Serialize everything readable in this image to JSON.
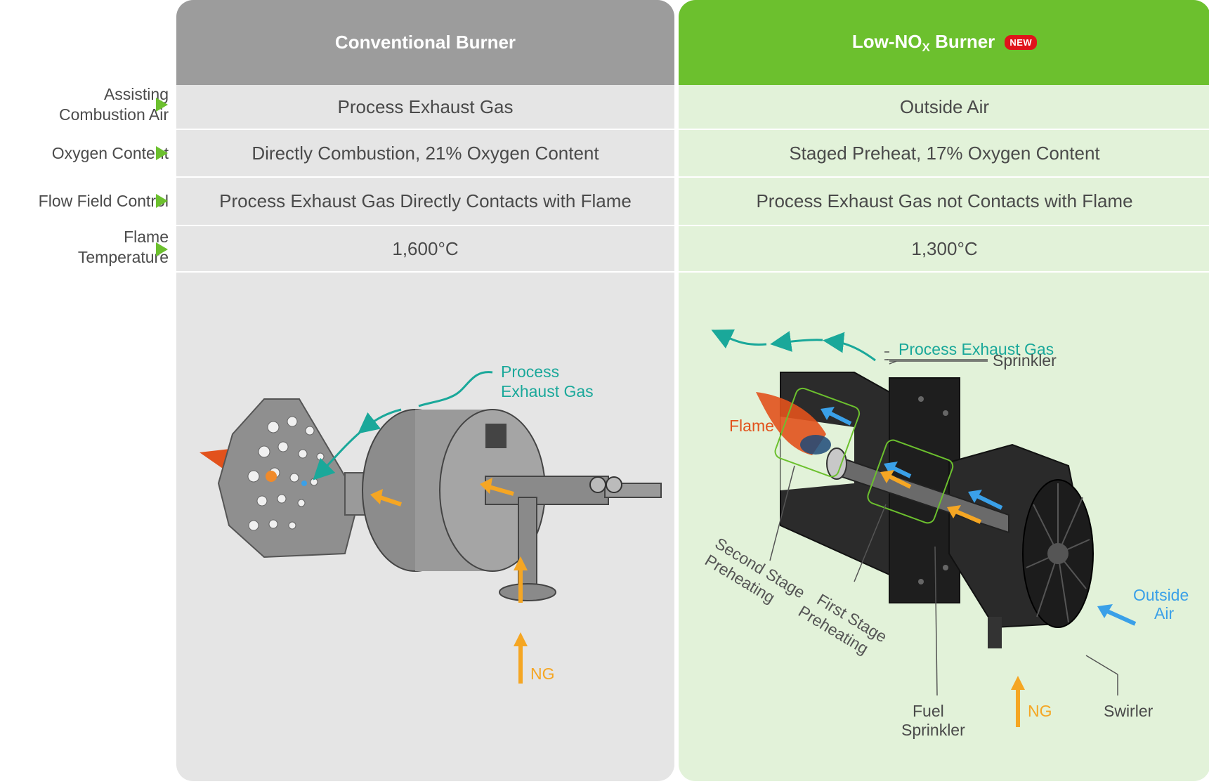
{
  "row_labels": [
    {
      "line1": "Assisting",
      "line2": "Combustion Air"
    },
    {
      "line1": "Oxygen Content",
      "line2": ""
    },
    {
      "line1": "Flow Field Control",
      "line2": ""
    },
    {
      "line1": "Flame",
      "line2": "Temperature"
    }
  ],
  "conventional": {
    "title": "Conventional Burner",
    "rows": [
      "Process Exhaust Gas",
      "Directly Combustion, 21% Oxygen Content",
      "Process Exhaust Gas Directly Contacts with Flame",
      "1,600°C"
    ],
    "diagram": {
      "exhaust_line1": "Process",
      "exhaust_line2": "Exhaust Gas",
      "ng": "NG"
    }
  },
  "low_nox": {
    "title_pre": "Low-NO",
    "title_sub": "X",
    "title_post": " Burner",
    "badge": "NEW",
    "rows": [
      "Outside Air",
      "Staged Preheat, 17% Oxygen Content",
      "Process Exhaust Gas not Contacts with Flame",
      "1,300°C"
    ],
    "diagram": {
      "exhaust": "Process Exhaust Gas",
      "sprinkler": "Sprinkler",
      "flame": "Flame",
      "second_stage_1": "Second Stage",
      "second_stage_2": "Preheating",
      "first_stage_1": "First Stage",
      "first_stage_2": "Preheating",
      "fuel_1": "Fuel",
      "fuel_2": "Sprinkler",
      "ng": "NG",
      "swirler": "Swirler",
      "outside_1": "Outside",
      "outside_2": "Air"
    }
  },
  "colors": {
    "green": "#6cc02e",
    "teal": "#1aa89a",
    "orange": "#f5a623",
    "blue": "#3aa0e8",
    "flame": "#e2521c",
    "gray_header": "#9c9c9c"
  }
}
